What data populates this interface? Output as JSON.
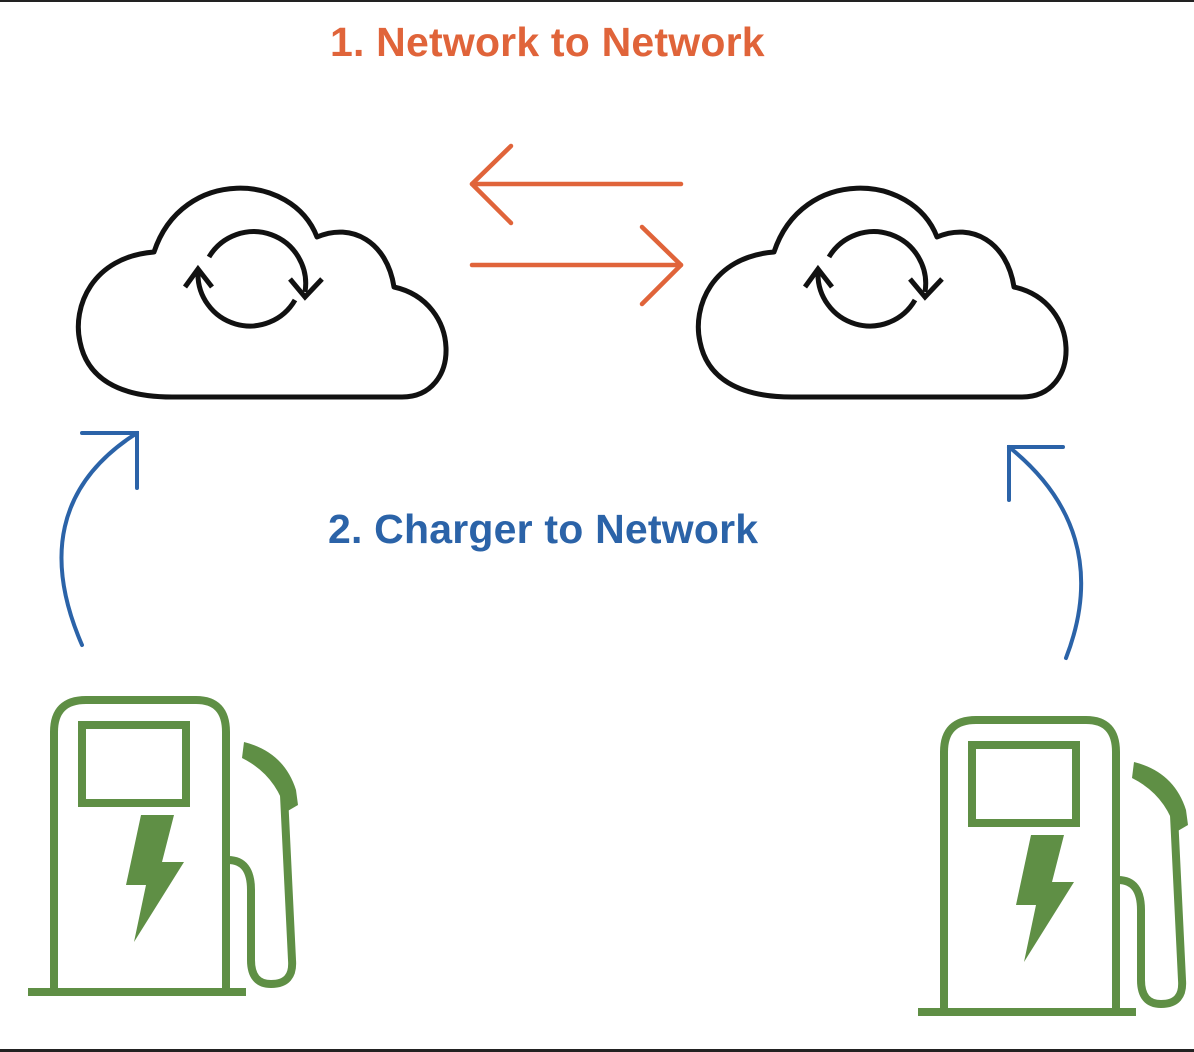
{
  "labels": {
    "network_to_network": "1. Network to Network",
    "charger_to_network": "2. Charger to Network"
  },
  "colors": {
    "network_to_network": "#E0643A",
    "charger_to_network": "#2B63A8",
    "cloud_outline": "#111111",
    "charger": "#5F8F45",
    "frame": "#222222"
  },
  "nodes": [
    {
      "id": "cloud-left",
      "type": "cloud-network",
      "icon": "cloud-sync-icon"
    },
    {
      "id": "cloud-right",
      "type": "cloud-network",
      "icon": "cloud-sync-icon"
    },
    {
      "id": "charger-left",
      "type": "ev-charger",
      "icon": "ev-charger-icon"
    },
    {
      "id": "charger-right",
      "type": "ev-charger",
      "icon": "ev-charger-icon"
    }
  ],
  "edges": [
    {
      "from": "cloud-right",
      "to": "cloud-left",
      "group": "network_to_network"
    },
    {
      "from": "cloud-left",
      "to": "cloud-right",
      "group": "network_to_network"
    },
    {
      "from": "charger-left",
      "to": "cloud-left",
      "group": "charger_to_network"
    },
    {
      "from": "charger-right",
      "to": "cloud-right",
      "group": "charger_to_network"
    }
  ]
}
